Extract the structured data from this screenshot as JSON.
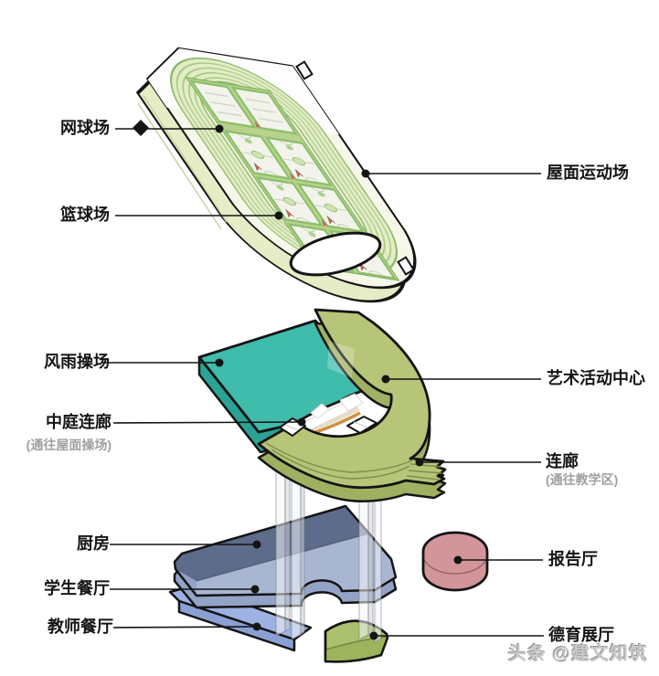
{
  "diagram_title": "school building exploded axonometric",
  "labels": {
    "left": [
      {
        "id": "tennis-court",
        "text": "网球场"
      },
      {
        "id": "basketball-court",
        "text": "篮球场"
      },
      {
        "id": "indoor-playground",
        "text": "风雨操场"
      },
      {
        "id": "atrium-corridor",
        "text": "中庭连廊",
        "sub": "(通往屋面操场)"
      },
      {
        "id": "kitchen",
        "text": "厨房"
      },
      {
        "id": "student-dining",
        "text": "学生餐厅"
      },
      {
        "id": "teacher-dining",
        "text": "教师餐厅"
      }
    ],
    "right": [
      {
        "id": "roof-sports-field",
        "text": "屋面运动场"
      },
      {
        "id": "art-center",
        "text": "艺术活动中心"
      },
      {
        "id": "corridor",
        "text": "连廊",
        "sub": "(通往教学区)"
      },
      {
        "id": "lecture-hall",
        "text": "报告厅"
      },
      {
        "id": "moral-exhibit-hall",
        "text": "德育展厅"
      }
    ]
  },
  "watermark": "头条 @建文知筑",
  "palette": {
    "outline": "#141414",
    "track_field": "#e3ecc6",
    "lane_line": "#a6ca84",
    "court_green": "#8cbf6a",
    "platform_green": "#b7d28d",
    "gym_teal": "#3fbcab",
    "gym_teal_dark": "#2aa395",
    "art_olive": "#b6c577",
    "art_olive_dark": "#9fb161",
    "bridge_orange": "#cd9143",
    "kitchen_slate": "#5d6c8a",
    "student_blue": "#a9b6d2",
    "teacher_blue": "#9db2e2",
    "lecture_pink": "#d2969a",
    "exhibit_green": "#abc06d",
    "subtitle_gray": "#a0a0a0"
  }
}
